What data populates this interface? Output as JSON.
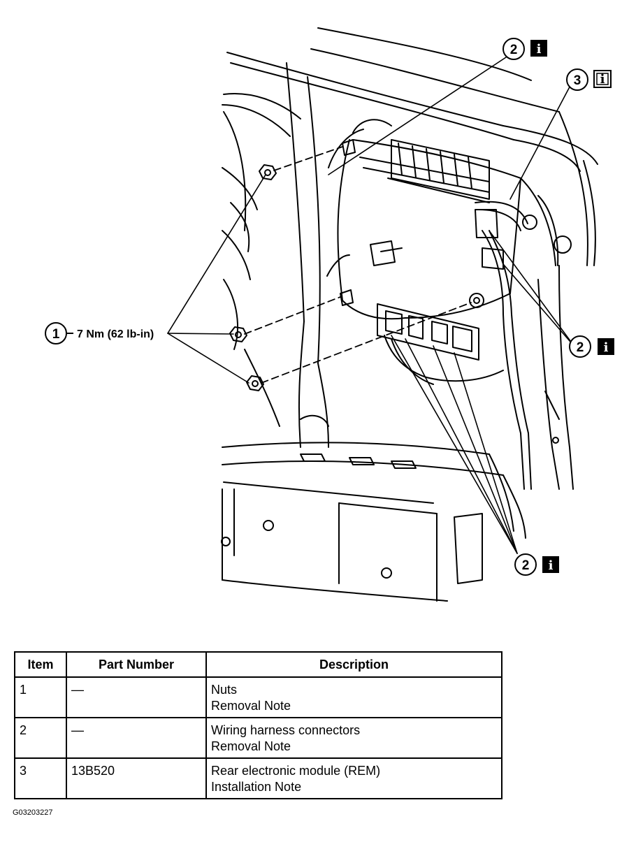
{
  "callouts": [
    {
      "number": "1",
      "text": "7 Nm (62 lb-in)"
    },
    {
      "number": "2"
    },
    {
      "number": "3"
    },
    {
      "number": "2"
    },
    {
      "number": "2"
    }
  ],
  "info_icons": [
    "info-icon",
    "info-icon-outlined",
    "info-icon",
    "info-icon"
  ],
  "info_glyph": "i",
  "table": {
    "headers": [
      "Item",
      "Part Number",
      "Description"
    ],
    "rows": [
      {
        "item": "1",
        "part": "—",
        "desc": [
          "Nuts",
          "Removal Note"
        ]
      },
      {
        "item": "2",
        "part": "—",
        "desc": [
          "Wiring harness connectors",
          "Removal Note"
        ]
      },
      {
        "item": "3",
        "part": "13B520",
        "desc": [
          "Rear electronic module (REM)",
          "Installation Note"
        ]
      }
    ]
  },
  "figure_id": "G03203227"
}
